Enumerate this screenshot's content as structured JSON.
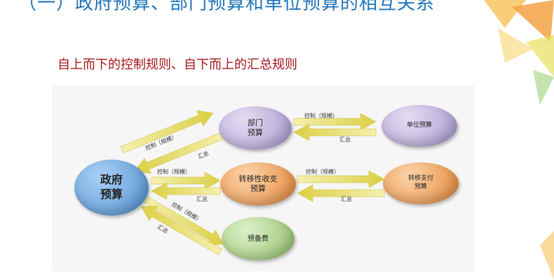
{
  "header": {
    "title": "（一）政府预算、部门预算和单位预算的相互关系",
    "subtitle": "自上而下的控制规则、自下而上的汇总规则"
  },
  "diagram": {
    "nodes": {
      "gov": "政府\n预算",
      "dept": "部门\n预算",
      "unit": "单位预算",
      "transfer": "转移性收支\n预算",
      "transfer_pay": "转移支付\n预算",
      "reserve": "预备费"
    },
    "labels": {
      "control": "控制（规模）",
      "summary": "汇总"
    },
    "colors": {
      "gov": "#5b9bd5",
      "dept": "#b4a7d6",
      "unit": "#b4a7d6",
      "transfer": "#f4a460",
      "transfer_pay": "#f4a460",
      "reserve": "#a9d18e",
      "arrow": "#e8e070"
    }
  }
}
